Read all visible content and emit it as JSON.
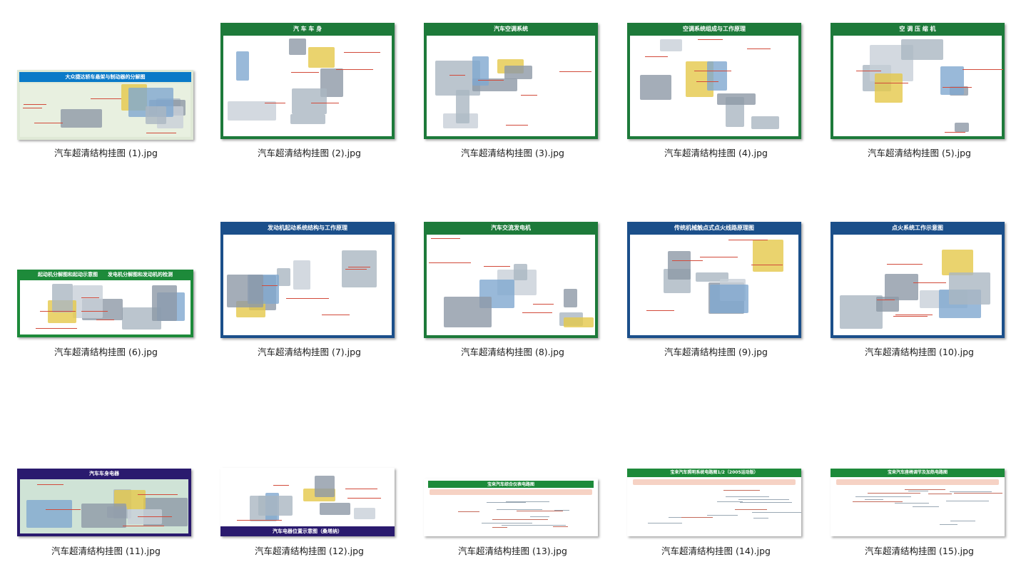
{
  "files": [
    {
      "name": "汽车超清结构挂图 (1).jpg",
      "title": "大众捷达轿车悬架与制动器的分解图",
      "accent": "#0a7ac8"
    },
    {
      "name": "汽车超清结构挂图 (2).jpg",
      "title": "汽 车 车 身",
      "accent": "#1d7a3a"
    },
    {
      "name": "汽车超清结构挂图 (3).jpg",
      "title": "汽车空调系统",
      "accent": "#1d7a3a"
    },
    {
      "name": "汽车超清结构挂图 (4).jpg",
      "title": "空调系统组成与工作原理",
      "accent": "#1d7a3a"
    },
    {
      "name": "汽车超清结构挂图 (5).jpg",
      "title": "空 调 压 缩 机",
      "accent": "#1d7a3a"
    },
    {
      "name": "汽车超清结构挂图 (6).jpg",
      "title": "起动机分解图和起动示意图　　发电机分解图和发动机的检测",
      "accent": "#1d8a3a"
    },
    {
      "name": "汽车超清结构挂图 (7).jpg",
      "title": "发动机起动系统结构与工作原理",
      "accent": "#1b4f8a"
    },
    {
      "name": "汽车超清结构挂图 (8).jpg",
      "title": "汽车交流发电机",
      "accent": "#1d7a3a"
    },
    {
      "name": "汽车超清结构挂图 (9).jpg",
      "title": "传统机械触点式点火线路原理图",
      "accent": "#1b4f8a"
    },
    {
      "name": "汽车超清结构挂图 (10).jpg",
      "title": "点火系统工作示意图",
      "accent": "#1b4f8a"
    },
    {
      "name": "汽车超清结构挂图 (11).jpg",
      "title": "汽车车身电器",
      "accent": "#2a1a6e"
    },
    {
      "name": "汽车超清结构挂图 (12).jpg",
      "title": "汽车电器位置示意图（桑塔纳）",
      "accent": "#2a1a6e"
    },
    {
      "name": "汽车超清结构挂图 (13).jpg",
      "title": "宝来汽车综合仪表电路图",
      "accent": "#1d8a3a"
    },
    {
      "name": "汽车超清结构挂图 (14).jpg",
      "title": "宝来汽车照明系统电路图1/2（2005运动版）",
      "accent": "#1d8a3a"
    },
    {
      "name": "汽车超清结构挂图 (15).jpg",
      "title": "宝来汽车座椅调节及加热电路图",
      "accent": "#1d8a3a"
    }
  ]
}
